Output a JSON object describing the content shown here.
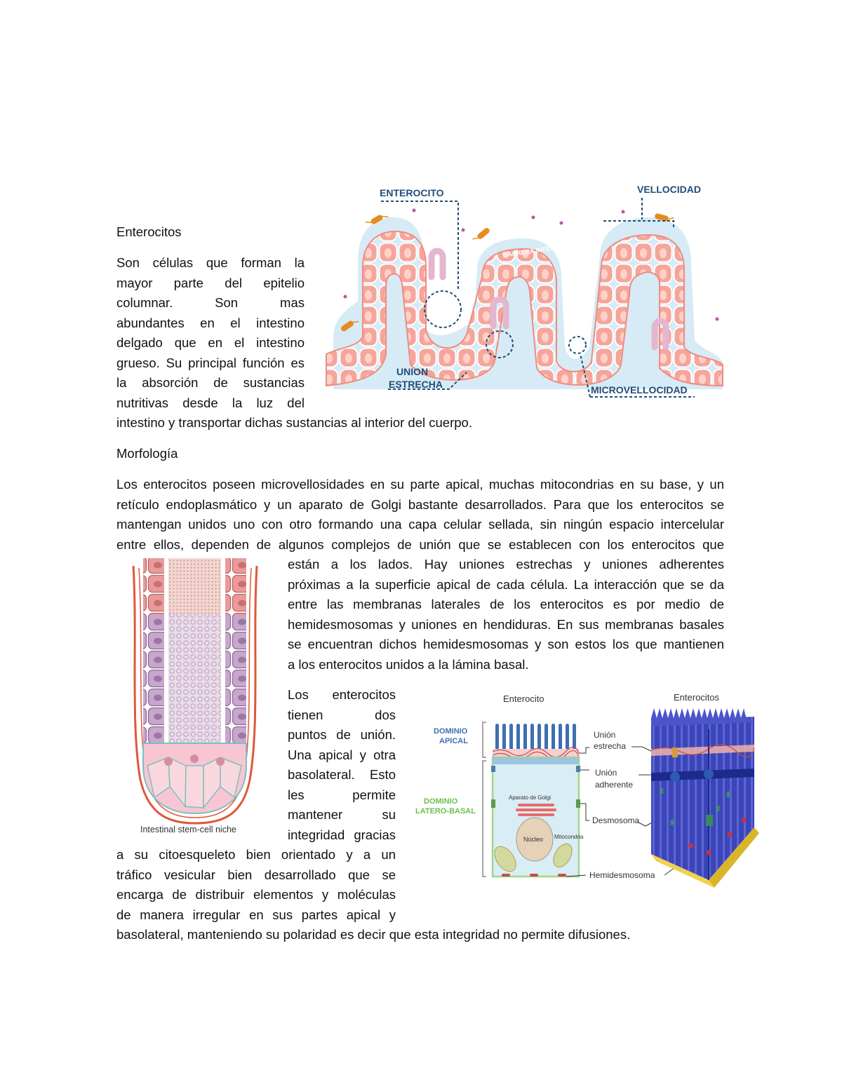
{
  "doc": {
    "heading1": "Enterocitos",
    "intro_lines": [
      "Son células que forman la",
      "mayor parte del epitelio",
      "columnar. Son mas",
      "abundantes en el intestino",
      "delgado que en el intestino",
      "grueso. Su principal función es",
      "la absorción de sustancias",
      "nutritivas desde la luz del"
    ],
    "intro_last": "intestino y transportar dichas sustancias al interior del cuerpo.",
    "heading2": "Morfología",
    "morph_full_lines": [
      "Los enterocitos poseen microvellosidades en su parte apical, muchas mitocondrias en su base, y un",
      "retículo endoplasmático y un aparato de Golgi bastante desarrollados. Para que los enterocitos se",
      "mantengan unidos uno con otro formando una capa celular sellada, sin ningún espacio intercelular",
      "entre ellos, dependen de algunos complejos de unión que se establecen con los enterocitos que"
    ],
    "morph_right_lines": [
      "están a los lados. Hay uniones estrechas y uniones adherentes",
      "próximas a la superficie apical de cada célula. La interacción que se da",
      "entre las membranas laterales de los enterocitos es por medio de",
      "hemidesmosomas y uniones en hendiduras. En sus membranas basales",
      "se encuentran dichos hemidesmosomas y son estos los que mantienen"
    ],
    "morph_right_last": "a los enterocitos unidos a la lámina basal.",
    "p3_narrow_lines": [
      "Los enterocitos",
      "tienen dos",
      "puntos de unión.",
      "Una apical y otra",
      "basolateral. Esto",
      "les permite",
      "mantener su",
      "integridad gracias"
    ],
    "p3_wide_lines": [
      "a su citoesqueleto bien orientado y a un",
      "tráfico vesicular bien desarrollado que se",
      "encarga de distribuir elementos y moléculas",
      "de manera irregular en sus partes apical y"
    ],
    "p3_last": "basolateral, manteniendo su polaridad es decir que esta integridad no permite difusiones."
  },
  "fig1": {
    "label_enterocito": "ENTEROCITO",
    "label_vellocidad": "VELLOCIDAD",
    "label_union_1": "UNION",
    "label_union_2": "ESTRECHA",
    "label_microvellocidad": "MICROVELLOCIDAD",
    "label_barrera": "BARRERA INTESTINAL",
    "colors": {
      "cell": "#f6a59b",
      "lumen": "#d6ebf6",
      "navy": "#1f4e79",
      "bacteria": "#e88a1e"
    }
  },
  "fig2": {
    "caption": "Intestinal stem-cell niche"
  },
  "fig3": {
    "title_left": "Enterocito",
    "title_right": "Enterocitos",
    "dominio_apical_1": "DOMINIO",
    "dominio_apical_2": "APICAL",
    "dominio_lb_1": "DOMINIO",
    "dominio_lb_2": "LATERO-BASAL",
    "golgi": "Aparato de Golgi",
    "nucleo": "Núcleo",
    "mitocondria": "Mitocondria",
    "union_estrecha_1": "Unión",
    "union_estrecha_2": "estrecha",
    "union_adherente_1": "Unión",
    "union_adherente_2": "adherente",
    "desmosoma": "Desmosoma",
    "hemidesmosoma": "Hemidesmosoma"
  }
}
